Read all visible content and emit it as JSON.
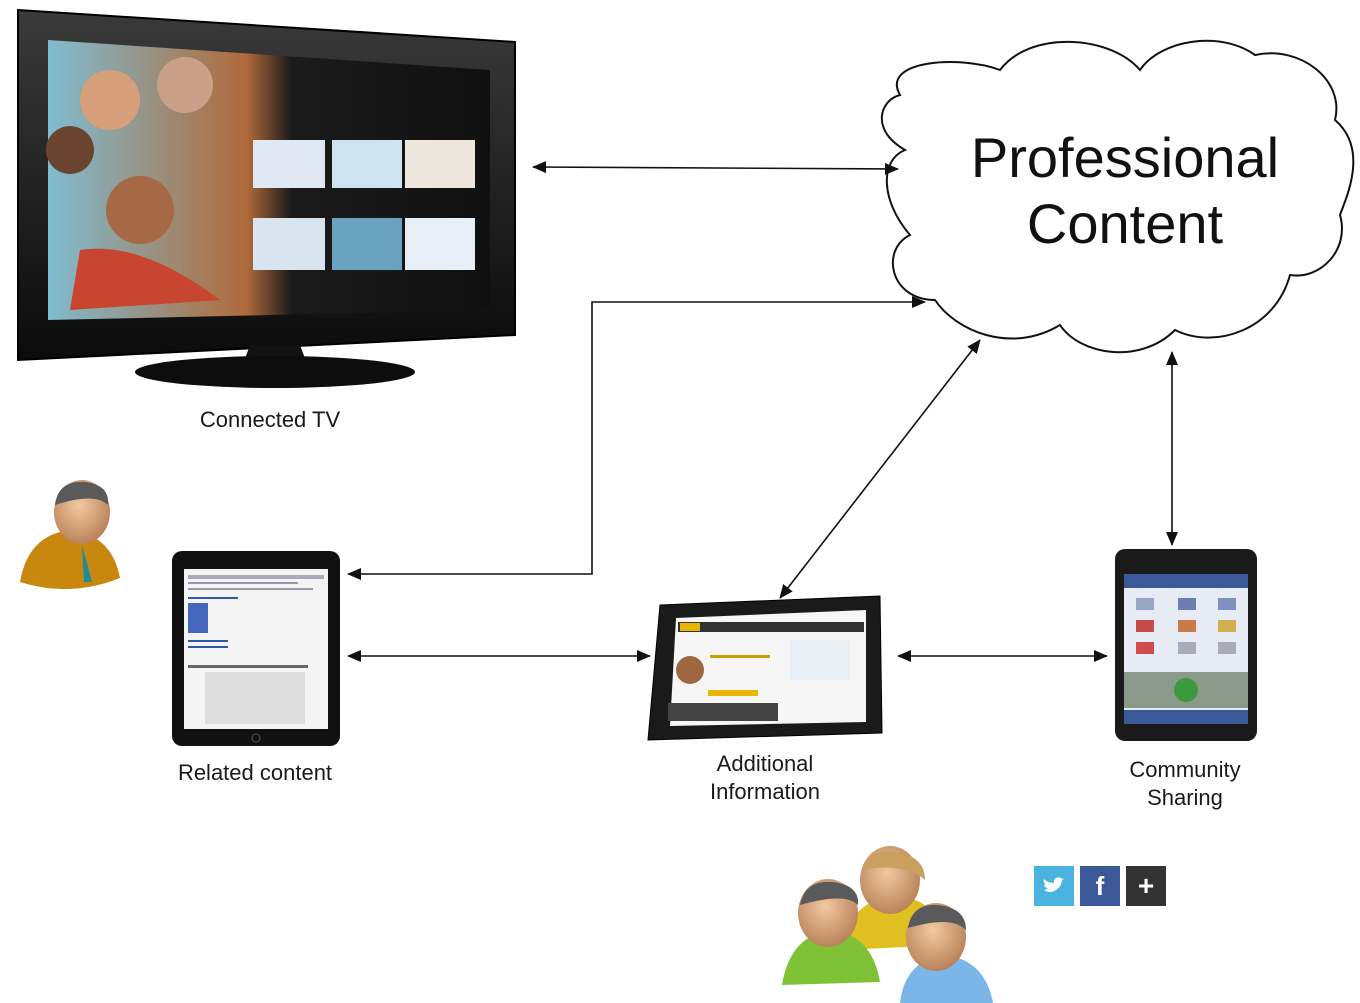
{
  "cloud": {
    "line1": "Professional",
    "line2": "Content"
  },
  "nodes": {
    "connected_tv": "Connected TV",
    "related_content": "Related content",
    "additional_info_line1": "Additional",
    "additional_info_line2": "Information",
    "community_line1": "Community",
    "community_line2": "Sharing"
  },
  "social_icons": [
    {
      "name": "twitter-icon",
      "glyph": "🐦",
      "color": "#4ab3e0"
    },
    {
      "name": "facebook-icon",
      "glyph": "f",
      "color": "#3b5998"
    },
    {
      "name": "google-plus-icon",
      "glyph": "+",
      "color": "#333333"
    }
  ],
  "colors": {
    "line": "#111111",
    "accent_person": "#c8880f"
  }
}
